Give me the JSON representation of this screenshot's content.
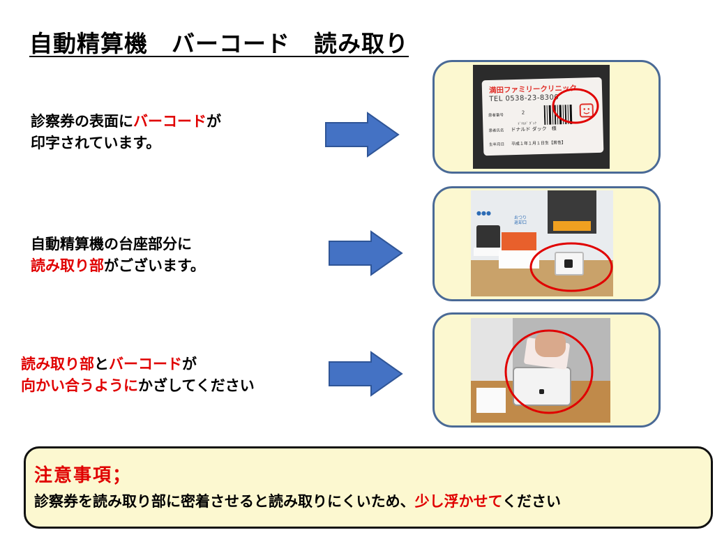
{
  "title": "自動精算機　バーコード　読み取り",
  "steps": [
    {
      "line1": [
        {
          "text": "診察券の表面に",
          "red": false
        },
        {
          "text": "バーコード",
          "red": true
        },
        {
          "text": "が",
          "red": false
        }
      ],
      "line2": [
        {
          "text": "印字されています。",
          "red": false
        }
      ]
    },
    {
      "line1": [
        {
          "text": "自動精算機の台座部分に",
          "red": false
        }
      ],
      "line2": [
        {
          "text": "読み取り部",
          "red": true
        },
        {
          "text": "がございます。",
          "red": false
        }
      ]
    },
    {
      "line1": [
        {
          "text": "読み取り部",
          "red": true
        },
        {
          "text": "と",
          "red": false
        },
        {
          "text": "バーコード",
          "red": true
        },
        {
          "text": "が",
          "red": false
        }
      ],
      "line2": [
        {
          "text": "向かい合うように",
          "red": true
        },
        {
          "text": "かざしてください",
          "red": false
        }
      ]
    }
  ],
  "card": {
    "clinic": "満田ファミリークリニック",
    "tel": "TEL 0538-23-8300",
    "patient_no_label": "患者番号",
    "patient_no": "2",
    "kana": "ﾄﾞﾅﾙﾄﾞ ﾀﾞｯｸ",
    "name_label": "患者氏名",
    "name": "ドナルド ダック　様",
    "dob_label": "生年月日",
    "dob": "平成１年１月１日生【男性】"
  },
  "machine_sign": "おつり\n返却口",
  "note": {
    "heading": "注意事項；",
    "body_parts": [
      {
        "text": "診察券を読み取り部に密着させると読み取りにくいため、",
        "red": false
      },
      {
        "text": "少し浮かせて",
        "red": true
      },
      {
        "text": "ください",
        "red": false
      }
    ]
  },
  "colors": {
    "accent_red": "#e00000",
    "arrow_blue": "#4472c4",
    "panel_fill": "#fcf8d0",
    "panel_border": "#4a6a96"
  }
}
